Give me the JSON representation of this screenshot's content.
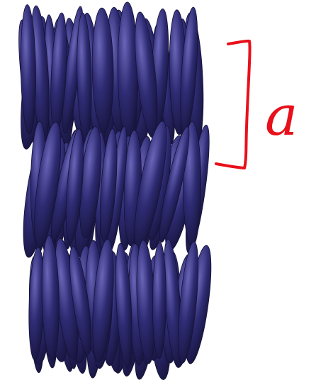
{
  "figure": {
    "layers": [
      {
        "name": "top-layer",
        "ellipsoid_count": 34
      },
      {
        "name": "middle-layer",
        "ellipsoid_count": 30
      },
      {
        "name": "bottom-layer",
        "ellipsoid_count": 34
      }
    ],
    "annotation": {
      "label": "a",
      "color": "#e8101a",
      "shape": "right square bracket spanning the top layer"
    },
    "colors": {
      "ellipsoid_fill": "#2e2b73",
      "ellipsoid_highlight": "#5a56a8",
      "ellipsoid_shadow": "#151338",
      "background": "#ffffff"
    }
  }
}
